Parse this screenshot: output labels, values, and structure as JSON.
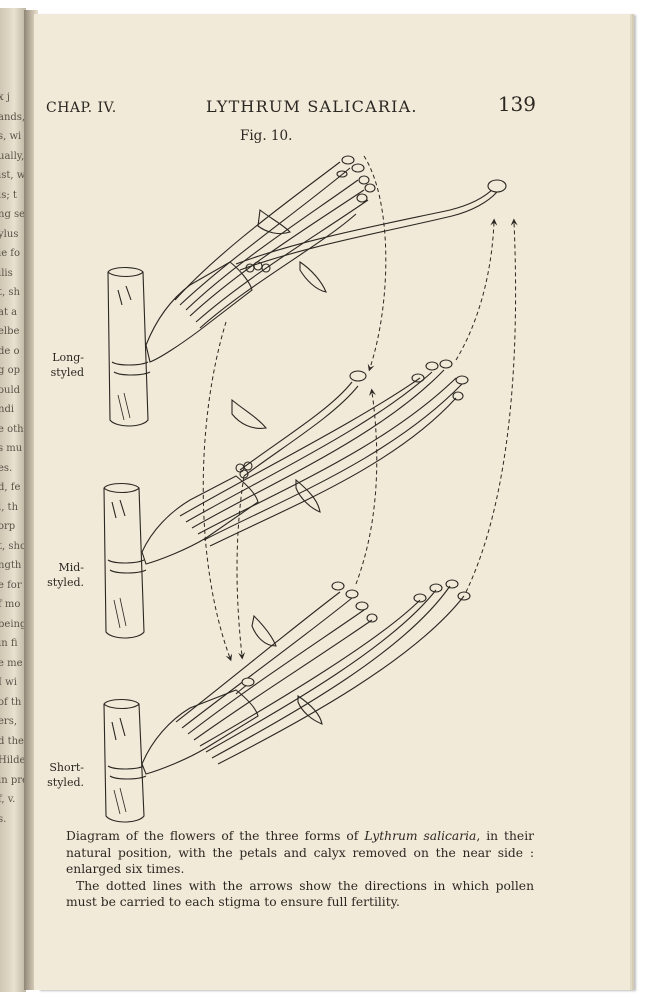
{
  "running_head": {
    "chapter": "CHAP. IV.",
    "title": "LYTHRUM SALICARIA.",
    "page_number": "139"
  },
  "figure": {
    "label": "Fig. 10.",
    "forms": [
      {
        "label_line1": "Long-",
        "label_line2": "styled"
      },
      {
        "label_line1": "Mid-",
        "label_line2": "styled."
      },
      {
        "label_line1": "Short-",
        "label_line2": "styled."
      }
    ]
  },
  "caption": {
    "line1_pre": "Diagram of the flowers of the three forms of ",
    "line1_italic": "Lythrum salicaria",
    "line1_post": ", in their natural position, with the petals and calyx removed on the near side : enlarged six times.",
    "line2": "The dotted lines with the arrows show the directions in which pollen must be carried to each stigma to ensure full fertility."
  },
  "left_page_fragments": [
    "x j",
    "ands,",
    "s, wi",
    "ually,",
    "ist, w",
    "ls; t",
    "ng se",
    "ylus",
    "ie fo",
    "ilis",
    "t, sh",
    "at a",
    "elbe",
    "de o",
    "g op",
    "ould",
    "ndi",
    "e oth",
    "s mu",
    "es.",
    "d, fe",
    "l, th",
    "orp",
    "t, shor",
    "ngth",
    "e for",
    "f mo",
    "being",
    "in fi",
    "e me",
    "I wi",
    "of th",
    "ers,",
    "d the",
    "Hildebr",
    "in pres",
    "f, v.",
    "s."
  ]
}
